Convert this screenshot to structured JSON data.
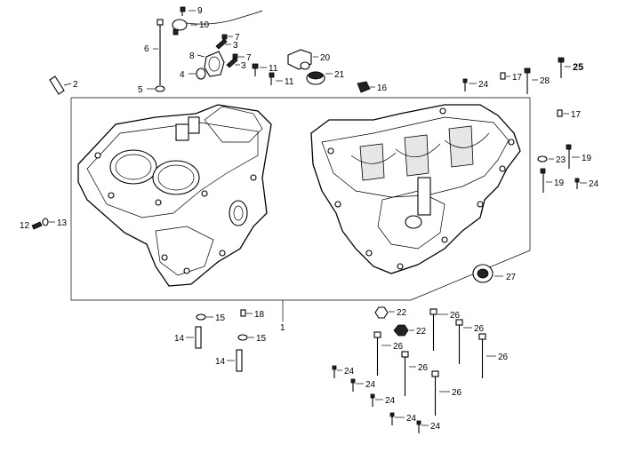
{
  "labels": {
    "l1": "1",
    "l2": "2",
    "l3a": "3",
    "l3b": "3",
    "l4": "4",
    "l5": "5",
    "l6": "6",
    "l7a": "7",
    "l7b": "7",
    "l8": "8",
    "l9": "9",
    "l10": "10",
    "l11a": "11",
    "l11b": "11",
    "l12": "12",
    "l13": "13",
    "l14a": "14",
    "l14b": "14",
    "l15a": "15",
    "l15b": "15",
    "l16": "16",
    "l17a": "17",
    "l17b": "17",
    "l18": "18",
    "l19a": "19",
    "l19b": "19",
    "l20": "20",
    "l21": "21",
    "l22a": "22",
    "l22b": "22",
    "l23": "23",
    "l24a": "24",
    "l24b": "24",
    "l24c": "24",
    "l24d": "24",
    "l24e": "24",
    "l24f": "24",
    "l24g": "24",
    "l25": "25",
    "l26a": "26",
    "l26b": "26",
    "l26c": "26",
    "l26d": "26",
    "l26e": "26",
    "l26f": "26",
    "l27": "27",
    "l28": "28"
  },
  "colors": {
    "line": "#000000",
    "background": "#ffffff",
    "shade": "#e6e6e6"
  }
}
